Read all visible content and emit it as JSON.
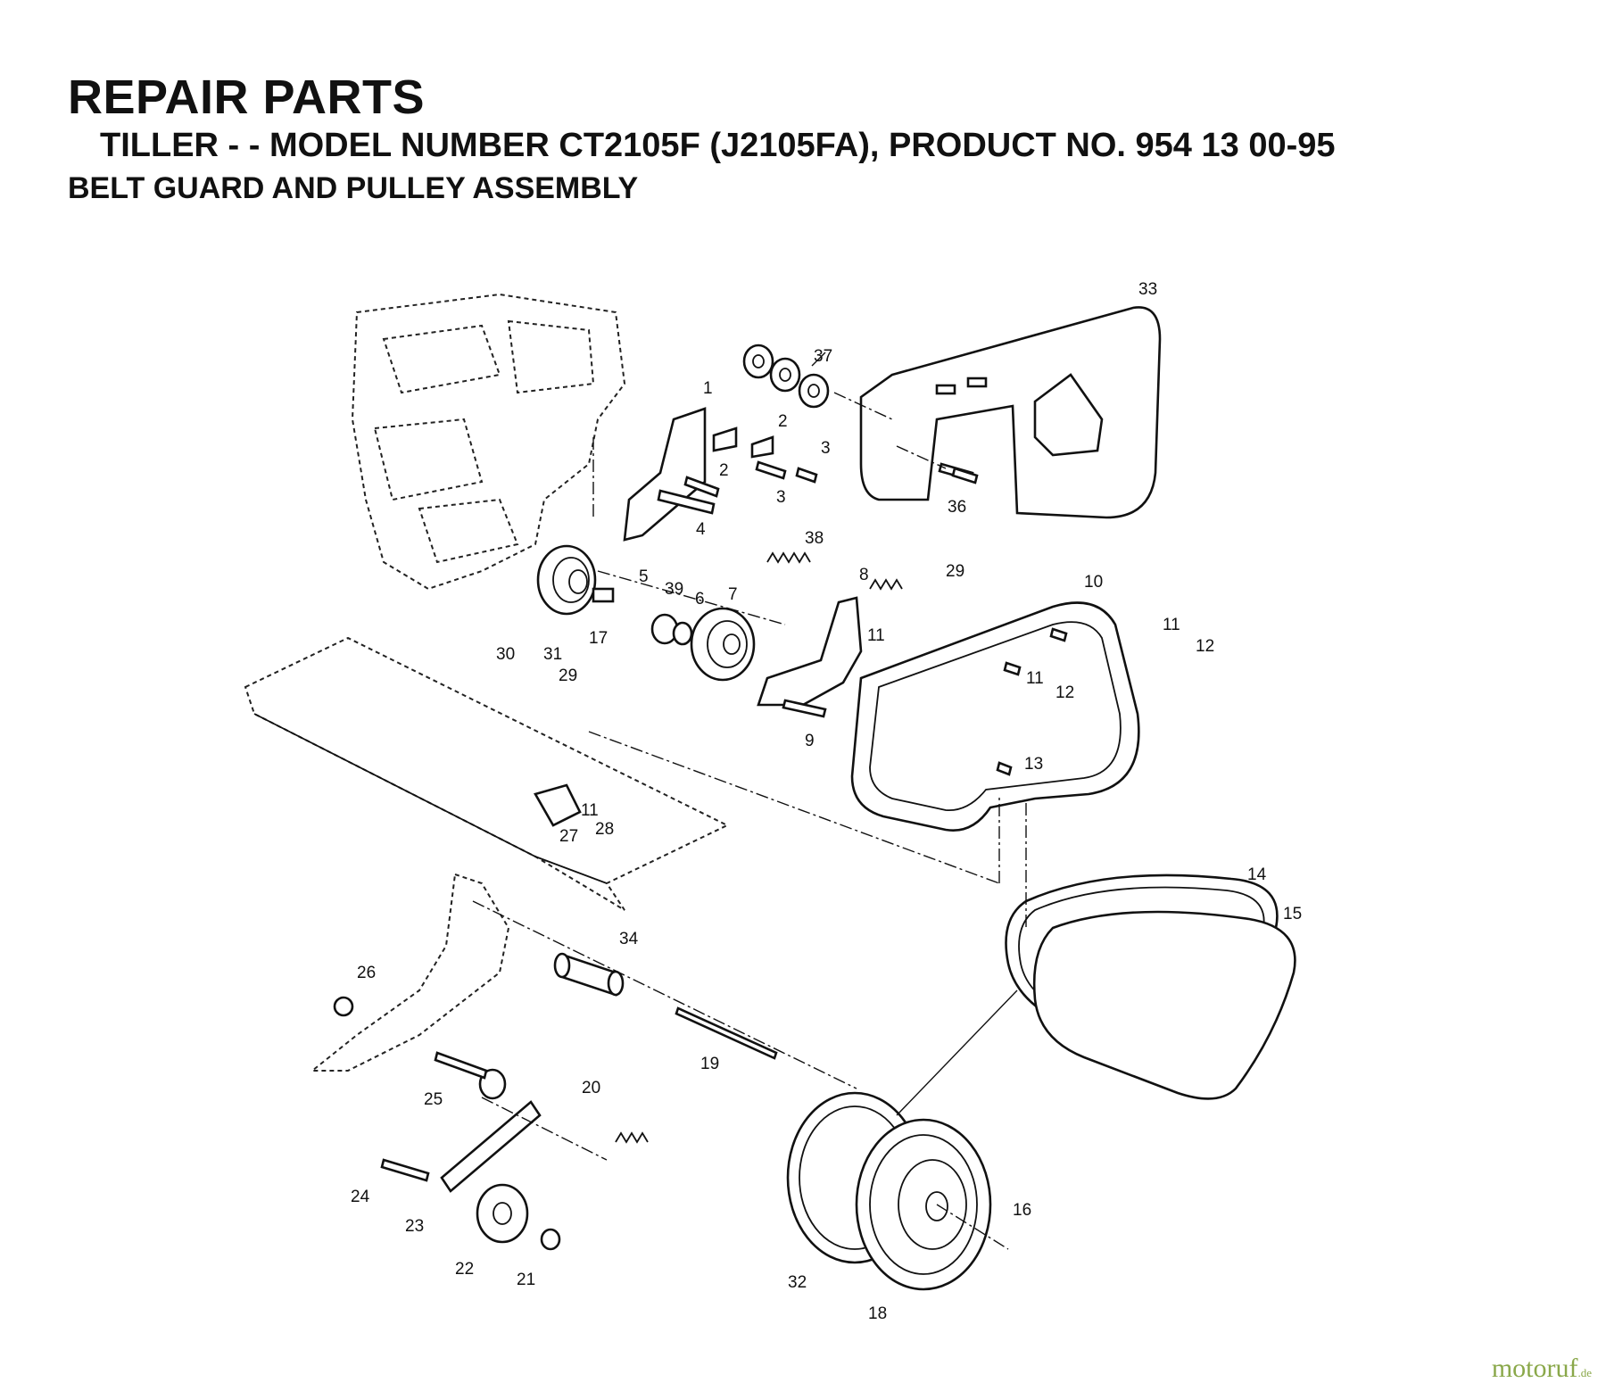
{
  "header": {
    "title": "REPAIR PARTS",
    "subtitle": "TILLER - - MODEL NUMBER CT2105F (J2105FA), PRODUCT NO. 954 13 00-95",
    "section": "BELT GUARD AND PULLEY ASSEMBLY"
  },
  "callouts": [
    "1",
    "2",
    "2",
    "3",
    "3",
    "4",
    "5",
    "6",
    "7",
    "8",
    "9",
    "10",
    "11",
    "11",
    "11",
    "11",
    "12",
    "12",
    "13",
    "14",
    "15",
    "16",
    "17",
    "18",
    "19",
    "20",
    "21",
    "22",
    "23",
    "24",
    "25",
    "26",
    "27",
    "28",
    "29",
    "29",
    "30",
    "31",
    "32",
    "33",
    "34",
    "36",
    "37",
    "38",
    "39"
  ],
  "watermark": {
    "brand": "motoruf",
    "suffix": ".de"
  }
}
